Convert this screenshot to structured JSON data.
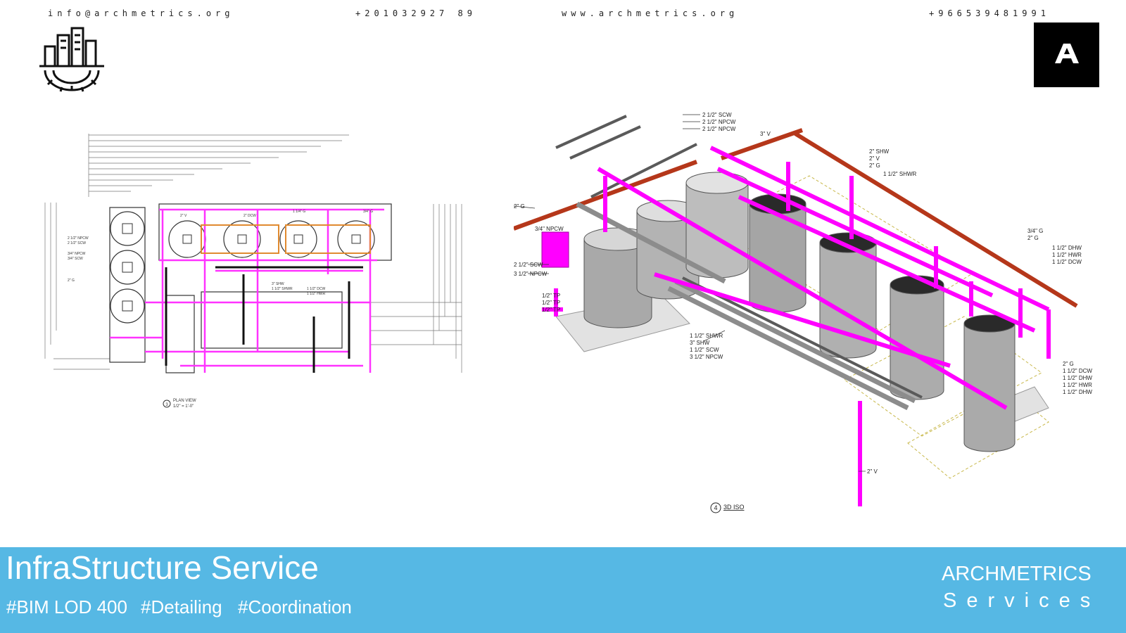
{
  "header": {
    "email": "info@archmetrics.org",
    "phone_eg": "+201032927 89",
    "website": "www.archmetrics.org",
    "phone_sa": "+966539481991"
  },
  "drawings": {
    "plan_view": {
      "number": "3",
      "title": "PLAN VIEW",
      "scale": "1/2\" = 1'-0\"",
      "labels": [
        "2 1/2\" NPCW",
        "2 1/2\" SCW",
        "3/4\" NPCW",
        "3/4\" SCW",
        "2\" G",
        "2\" DCW",
        "3\" SHW",
        "1 1/2\" SHWR",
        "1 1/2\" DCW",
        "1 1/2\" HWR",
        "3/4\" G",
        "1 1/4\" G",
        "2\" V"
      ]
    },
    "iso_view": {
      "number": "4",
      "title": "3D ISO",
      "labels_top": [
        "2 1/2\" SCW",
        "2 1/2\" NPCW",
        "2 1/2\" NPCW",
        "3\" V",
        "2\" SHW",
        "2\" V",
        "2\" G",
        "1 1/2\" SHWR"
      ],
      "labels_left": [
        "2\" G",
        "3/4\" NPCW",
        "2 1/2\" SCW",
        "3 1/2\" NPCW",
        "1/2\" TP",
        "1/2\" TP",
        "1/2\" TP"
      ],
      "labels_bottom": [
        "1 1/2\" SHWR",
        "3\" SHW",
        "1 1/2\" SCW",
        "3 1/2\" NPCW"
      ],
      "labels_right_top": [
        "3/4\" G",
        "2\" G",
        "1 1/2\" DHW",
        "1 1/2\" HWR",
        "1 1/2\" DCW"
      ],
      "labels_right_bottom": [
        "2\" G",
        "1 1/2\" DCW",
        "1 1/2\" DHW",
        "1 1/2\" HWR",
        "1 1/2\" DHW"
      ],
      "label_vent": "2\" V"
    }
  },
  "footer": {
    "title": "InfraStructure Service",
    "tags": [
      "#BIM LOD 400",
      "#Detailing",
      "#Coordination"
    ],
    "brand": "ARCHMETRICS",
    "brand_sub": "Services"
  },
  "colors": {
    "footer_bg": "#56b8e4",
    "pipe_magenta": "#ff00ff",
    "pipe_red": "#b5371a",
    "tank_grey": "#9a9a9a",
    "tank_black": "#2a2a2a"
  },
  "icons": {
    "left_logo": "city-gear-icon",
    "right_logo": "letter-a-logo"
  }
}
